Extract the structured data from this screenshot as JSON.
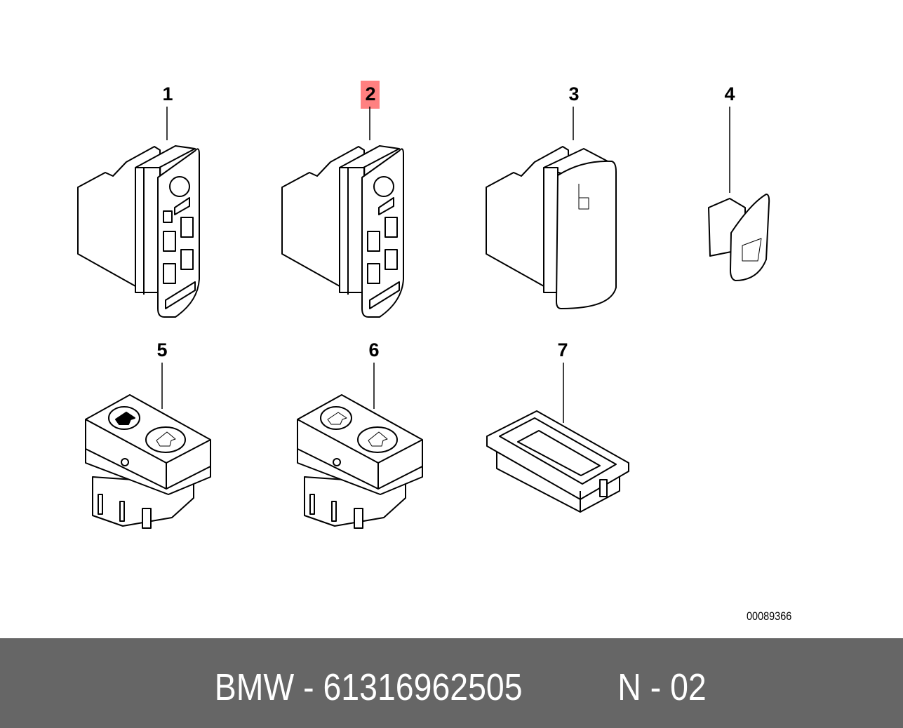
{
  "diagram": {
    "callouts": [
      "1",
      "2",
      "3",
      "4",
      "5",
      "6",
      "7"
    ],
    "highlighted_callout": "2",
    "highlight_color": "#ff8080",
    "diagram_number": "00089366"
  },
  "footer": {
    "brand_part": "BMW - 61316962505",
    "position": "N - 02",
    "background": "#666666"
  }
}
